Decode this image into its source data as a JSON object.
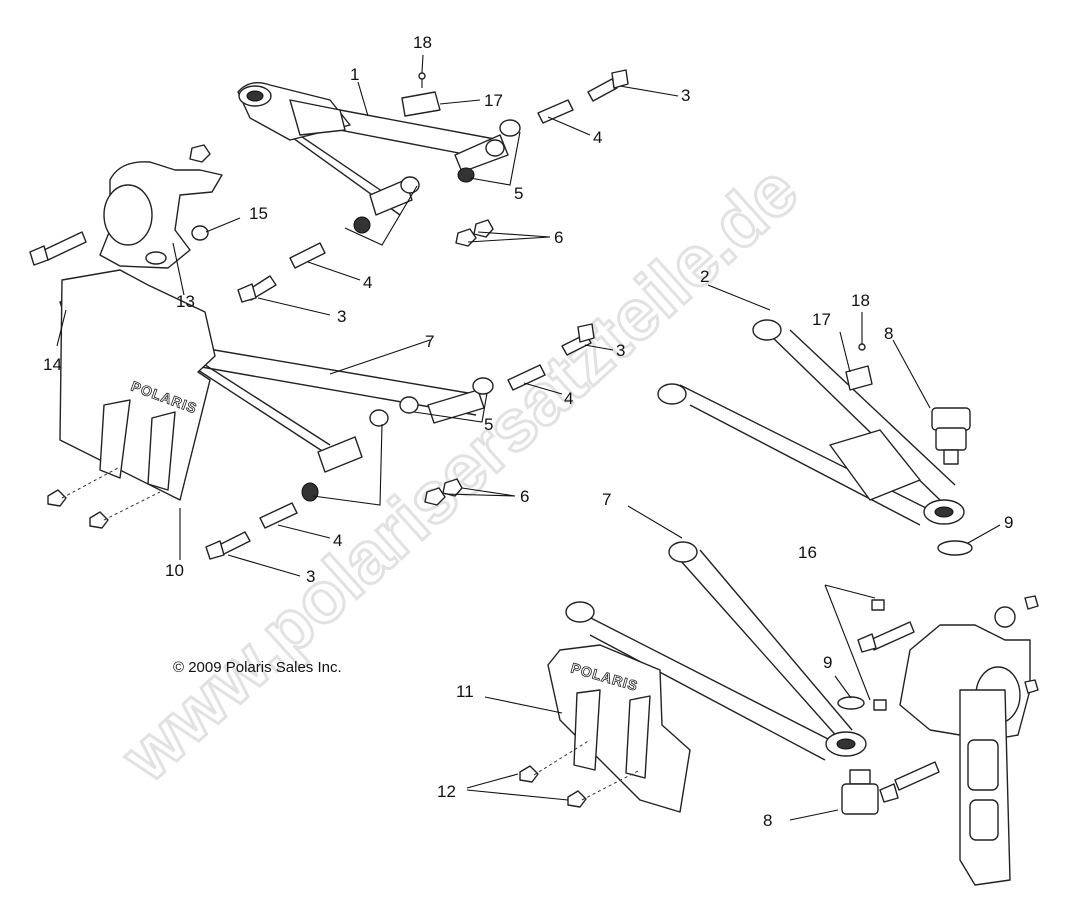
{
  "watermark": "www.polarisersatzteile.de",
  "copyright": "© 2009 Polaris Sales Inc.",
  "brand_text": "POLARIS",
  "callouts": {
    "c1": "1",
    "c2": "2",
    "c3a": "3",
    "c3b": "3",
    "c3c": "3",
    "c3d": "3",
    "c4a": "4",
    "c4b": "4",
    "c4c": "4",
    "c4d": "4",
    "c5a": "5",
    "c5b": "5",
    "c6a": "6",
    "c6b": "6",
    "c7a": "7",
    "c7b": "7",
    "c8a": "8",
    "c8b": "8",
    "c9a": "9",
    "c9b": "9",
    "c10": "10",
    "c11": "11",
    "c12": "12",
    "c13": "13",
    "c14": "14",
    "c15": "15",
    "c16": "16",
    "c17a": "17",
    "c17b": "17",
    "c18a": "18",
    "c18b": "18"
  }
}
